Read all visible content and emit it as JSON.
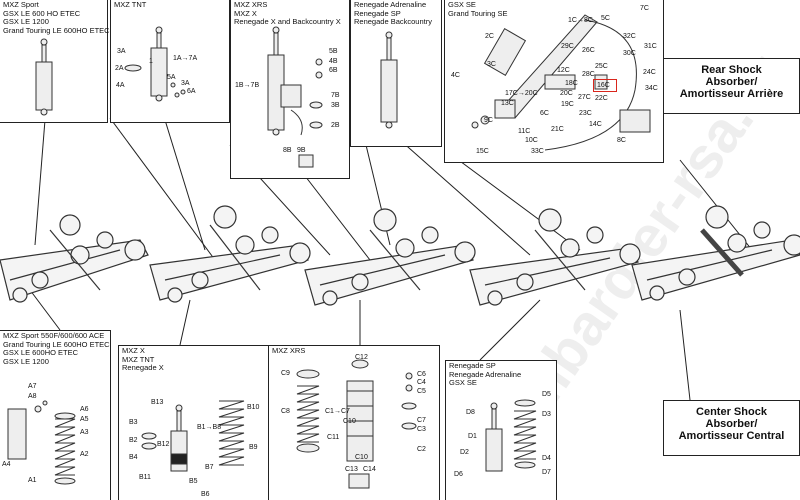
{
  "panels": {
    "top_left": {
      "lines": [
        "MXZ Sport",
        "GSX LE 600 HO ETEC",
        "GSX LE 1200",
        "Grand Touring LE 600HO ETEC"
      ]
    },
    "top_mxz_tnt": {
      "lines": [
        "MXZ TNT"
      ],
      "labels": [
        "3A",
        "1",
        "2A",
        "4A",
        "1A→7A",
        "5A",
        "3A",
        "6A"
      ]
    },
    "top_xrs": {
      "lines": [
        "MXZ XRS",
        "MXZ X",
        "Renegade X and Backcountry X"
      ],
      "labels": [
        "5B",
        "4B",
        "6B",
        "1B→7B",
        "7B",
        "3B",
        "2B",
        "8B",
        "9B"
      ]
    },
    "top_renegade": {
      "lines": [
        "Renegade Adrenaline",
        "Renegade SP",
        "Renegade Backcountry"
      ]
    },
    "top_gsx": {
      "lines": [
        "GSX SE",
        "Grand Touring SE"
      ],
      "labels": [
        "1C→8C",
        "5C",
        "7C",
        "2C",
        "29C",
        "26C",
        "32C",
        "31C",
        "30C",
        "4C",
        "3C",
        "12C",
        "24C",
        "18C",
        "16C",
        "20C",
        "17C→20C",
        "19C",
        "22C",
        "34C",
        "13C",
        "23C",
        "9C",
        "11C",
        "21C",
        "14C",
        "10C",
        "8C",
        "15C",
        "33C",
        "28C",
        "27C",
        "25C",
        "6C"
      ]
    }
  },
  "titles": {
    "rear": [
      "Rear Shock",
      "Absorber/",
      "Amortisseur Arrière"
    ],
    "center": [
      "Center Shock",
      "Absorber/",
      "Amortisseur Central"
    ]
  },
  "bottom": {
    "left": {
      "lines": [
        "MXZ Sport 550F/600/600 ACE",
        "Grand Touring LE 600HO ETEC",
        "GSX LE 600HO ETEC",
        "GSX LE 1200"
      ],
      "labels": [
        "A7",
        "A8",
        "A6",
        "A5",
        "A3",
        "A2",
        "A4",
        "A1"
      ]
    },
    "mxz_x": {
      "lines": [
        "MXZ X",
        "MXZ TNT",
        "Renegade X"
      ],
      "labels": [
        "B13",
        "B3",
        "B2",
        "B12",
        "B4",
        "B11",
        "B1→B8",
        "B10",
        "B9",
        "B7",
        "B5",
        "B6"
      ]
    },
    "xrs": {
      "lines": [
        "MXZ XRS"
      ],
      "labels": [
        "C12",
        "C9",
        "C8",
        "C1→C7",
        "C11",
        "C10",
        "C13",
        "C14",
        "C6",
        "C4",
        "C5",
        "C7",
        "C3",
        "C2",
        "C10"
      ]
    },
    "renegade": {
      "lines": [
        "Renegade SP",
        "Renegade Adrenaline",
        "GSX SE"
      ],
      "labels": [
        "D5",
        "D8",
        "D3",
        "D1",
        "D2",
        "D4",
        "D6",
        "D7"
      ]
    }
  },
  "watermark": "bombardier-rsa.ru",
  "colors": {
    "line": "#222222",
    "highlight": "#d9261c",
    "part": "#555555"
  }
}
